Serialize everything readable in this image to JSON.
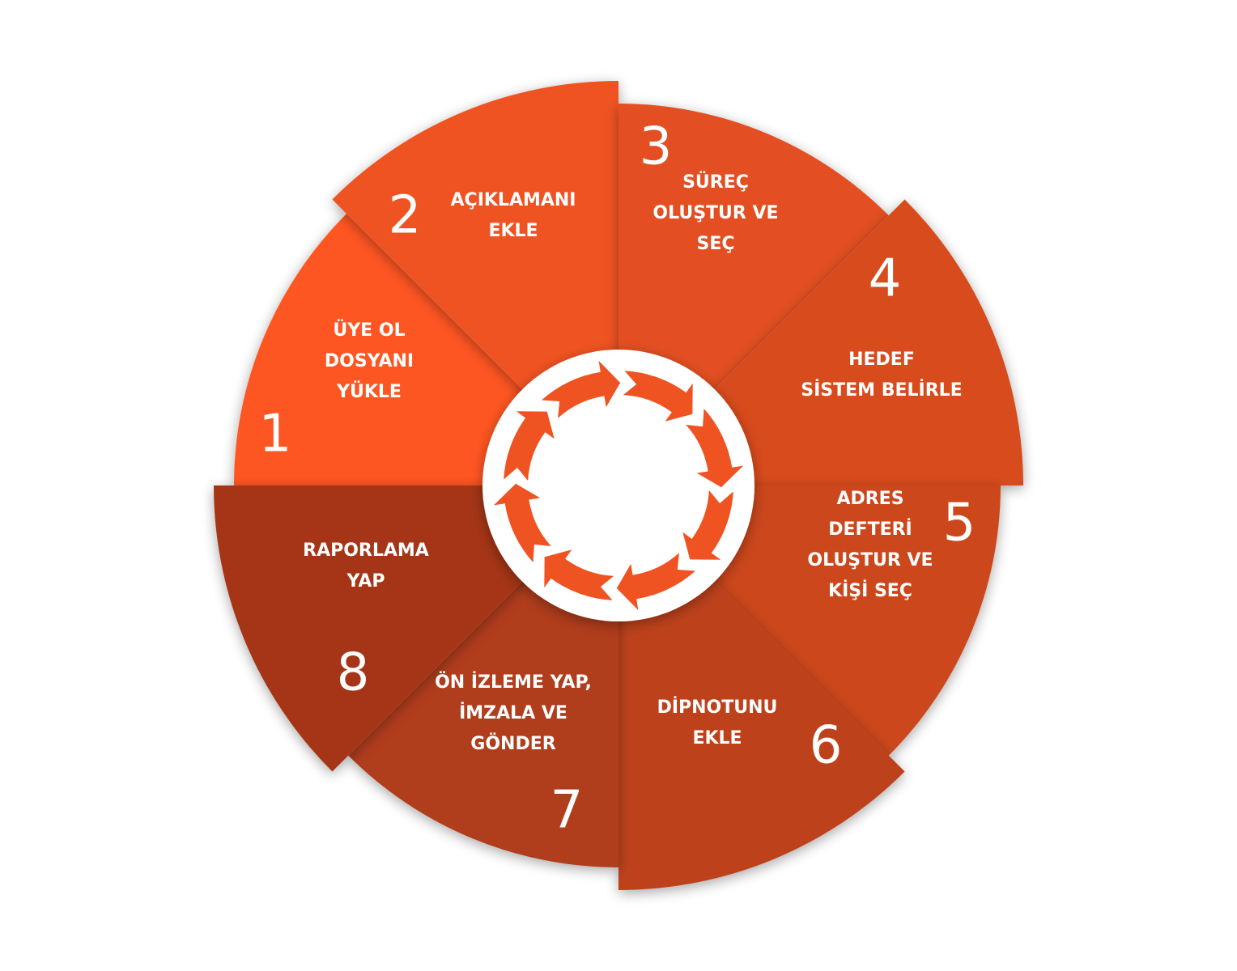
{
  "diagram": {
    "type": "cycle-wheel",
    "center_icon": "circular-arrows-icon",
    "steps": [
      {
        "number": "1",
        "lines": [
          "ÜYE OL",
          "DOSYANI",
          "YÜKLE"
        ],
        "color": "#fe5722"
      },
      {
        "number": "2",
        "lines": [
          "AÇIKLAMANI",
          "EKLE"
        ],
        "color": "#f05322"
      },
      {
        "number": "3",
        "lines": [
          "SÜREÇ",
          "OLUŞTUR VE",
          "SEÇ"
        ],
        "color": "#e34f21"
      },
      {
        "number": "4",
        "lines": [
          "HEDEF",
          "SİSTEM BELİRLE"
        ],
        "color": "#d84b1f"
      },
      {
        "number": "5",
        "lines": [
          "ADRES",
          "DEFTERİ",
          "OLUŞTUR VE",
          "KİŞİ SEÇ"
        ],
        "color": "#cc461e"
      },
      {
        "number": "6",
        "lines": [
          "DİPNOTUNU",
          "EKLE"
        ],
        "color": "#bd421b"
      },
      {
        "number": "7",
        "lines": [
          "ÖN İZLEME YAP,",
          "İMZALA VE",
          "GÖNDER"
        ],
        "color": "#b03c1a"
      },
      {
        "number": "8",
        "lines": [
          "RAPORLAMA",
          "YAP"
        ],
        "color": "#a53618"
      }
    ],
    "colors": {
      "background": "#ffffff",
      "center_ring": "#ffffff",
      "arrow": "#f05322"
    }
  }
}
